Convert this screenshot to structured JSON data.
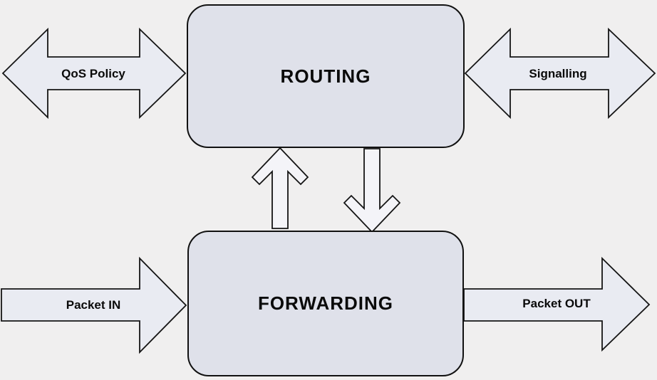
{
  "diagram": {
    "title_implicit": "Router control and forwarding plane diagram",
    "boxes": {
      "routing": {
        "label": "ROUTING"
      },
      "forwarding": {
        "label": "FORWARDING"
      }
    },
    "arrows": {
      "qos": {
        "label": "QoS Policy",
        "direction": "double-horizontal",
        "connects": "external to ROUTING"
      },
      "signalling": {
        "label": "Signalling",
        "direction": "double-horizontal",
        "connects": "ROUTING to external"
      },
      "packet_in": {
        "label": "Packet IN",
        "direction": "right",
        "connects": "external to FORWARDING"
      },
      "packet_out": {
        "label": "Packet OUT",
        "direction": "right",
        "connects": "FORWARDING to external"
      },
      "forwarding_to_routing": {
        "label": "",
        "direction": "up",
        "connects": "FORWARDING to ROUTING"
      },
      "routing_to_forwarding": {
        "label": "",
        "direction": "down",
        "connects": "ROUTING to FORWARDING"
      }
    },
    "colors": {
      "background": "#f0efef",
      "box_fill": "#dfe1ea",
      "horizontal_arrow_fill": "#e9ebf2",
      "vertical_arrow_fill": "#f4f4f8",
      "outline": "#151515",
      "text": "#0a0a0a"
    }
  }
}
